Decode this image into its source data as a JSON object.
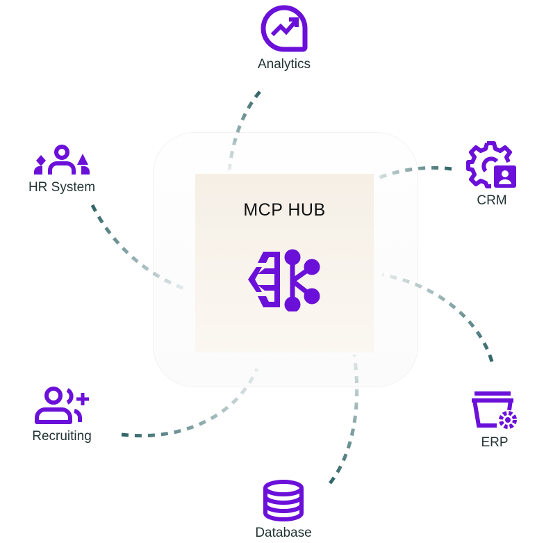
{
  "hub": {
    "title": "MCP HUB",
    "icon": "brain-network-icon"
  },
  "accent_color": "#6b10d9",
  "line_color": "#2f6466",
  "nodes": [
    {
      "label": "Analytics",
      "icon": "chart-trend-icon"
    },
    {
      "label": "HR System",
      "icon": "team-icon"
    },
    {
      "label": "CRM",
      "icon": "gear-user-icon"
    },
    {
      "label": "Recruiting",
      "icon": "user-add-icon"
    },
    {
      "label": "ERP",
      "icon": "box-gear-icon"
    },
    {
      "label": "Database",
      "icon": "database-icon"
    }
  ]
}
